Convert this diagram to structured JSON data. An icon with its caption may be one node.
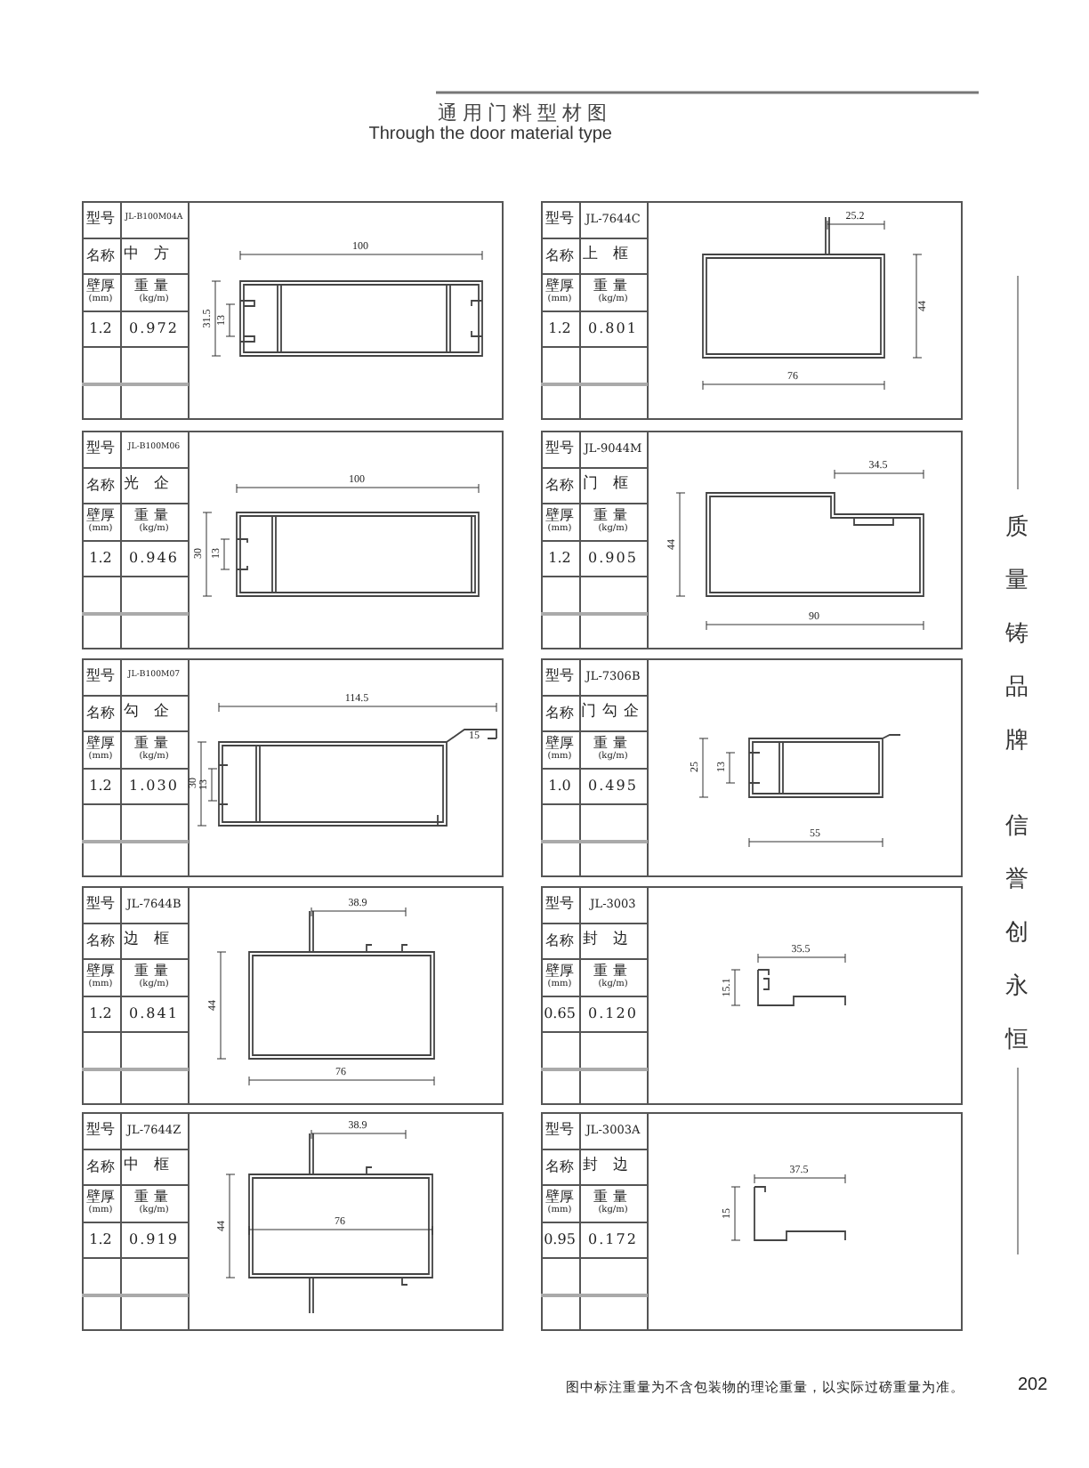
{
  "diagram": {
    "title": "通用门料型材图",
    "caption": "图中标注重量为不含包装物的理论重量，以实际过磅重量为准。",
    "nodes": [
      {
        "text": [
          "型号",
          "JL-B100M04A",
          "名称",
          "中方",
          "壁厚 (mm)",
          "重量 (kg/m)",
          "1.2",
          "0.972"
        ]
      },
      {
        "text": [
          "型号",
          "JL-7644C",
          "名称",
          "上框",
          "壁厚 (mm)",
          "重量 (kg/m)",
          "1.2",
          "0.801"
        ]
      },
      {
        "text": [
          "型号",
          "JL-B100M06",
          "名称",
          "光企",
          "壁厚 (mm)",
          "重量 (kg/m)",
          "1.2",
          "0.946"
        ]
      },
      {
        "text": [
          "型号",
          "JL-9044M",
          "名称",
          "门框",
          "壁厚 (mm)",
          "重量 (kg/m)",
          "1.2",
          "0.905"
        ]
      },
      {
        "text": [
          "型号",
          "JL-B100M07",
          "名称",
          "勾企",
          "壁厚 (mm)",
          "重量 (kg/m)",
          "1.2",
          "1.030"
        ]
      },
      {
        "text": [
          "型号",
          "JL-7306B",
          "名称",
          "门勾企",
          "壁厚 (mm)",
          "重量 (kg/m)",
          "1.0",
          "0.495"
        ]
      },
      {
        "text": [
          "型号",
          "JL-7644B",
          "名称",
          "边框",
          "壁厚 (mm)",
          "重量 (kg/m)",
          "1.2",
          "0.841"
        ]
      },
      {
        "text": [
          "型号",
          "JL-3003",
          "名称",
          "封边",
          "壁厚 (mm)",
          "重量 (kg/m)",
          "0.65",
          "0.120"
        ]
      },
      {
        "text": [
          "型号",
          "JL-7644Z",
          "名称",
          "中框",
          "壁厚 (mm)",
          "重量 (kg/m)",
          "1.2",
          "0.919"
        ]
      },
      {
        "text": [
          "型号",
          "JL-3003A",
          "名称",
          "封边",
          "壁厚 (mm)",
          "重量 (kg/m)",
          "0.95",
          "0.172"
        ]
      }
    ],
    "labels": [
      "Through the door material type",
      "质量铸品牌",
      "信誉创永恒",
      "100",
      "31.5",
      "13",
      "25.2",
      "44",
      "76",
      "100",
      "30",
      "13",
      "34.5",
      "44",
      "90",
      "114.5",
      "30",
      "13",
      "15",
      "25",
      "13",
      "55",
      "38.9",
      "44",
      "76",
      "35.5",
      "15.1",
      "38.9",
      "44",
      "76",
      "37.5",
      "15",
      "202"
    ]
  }
}
